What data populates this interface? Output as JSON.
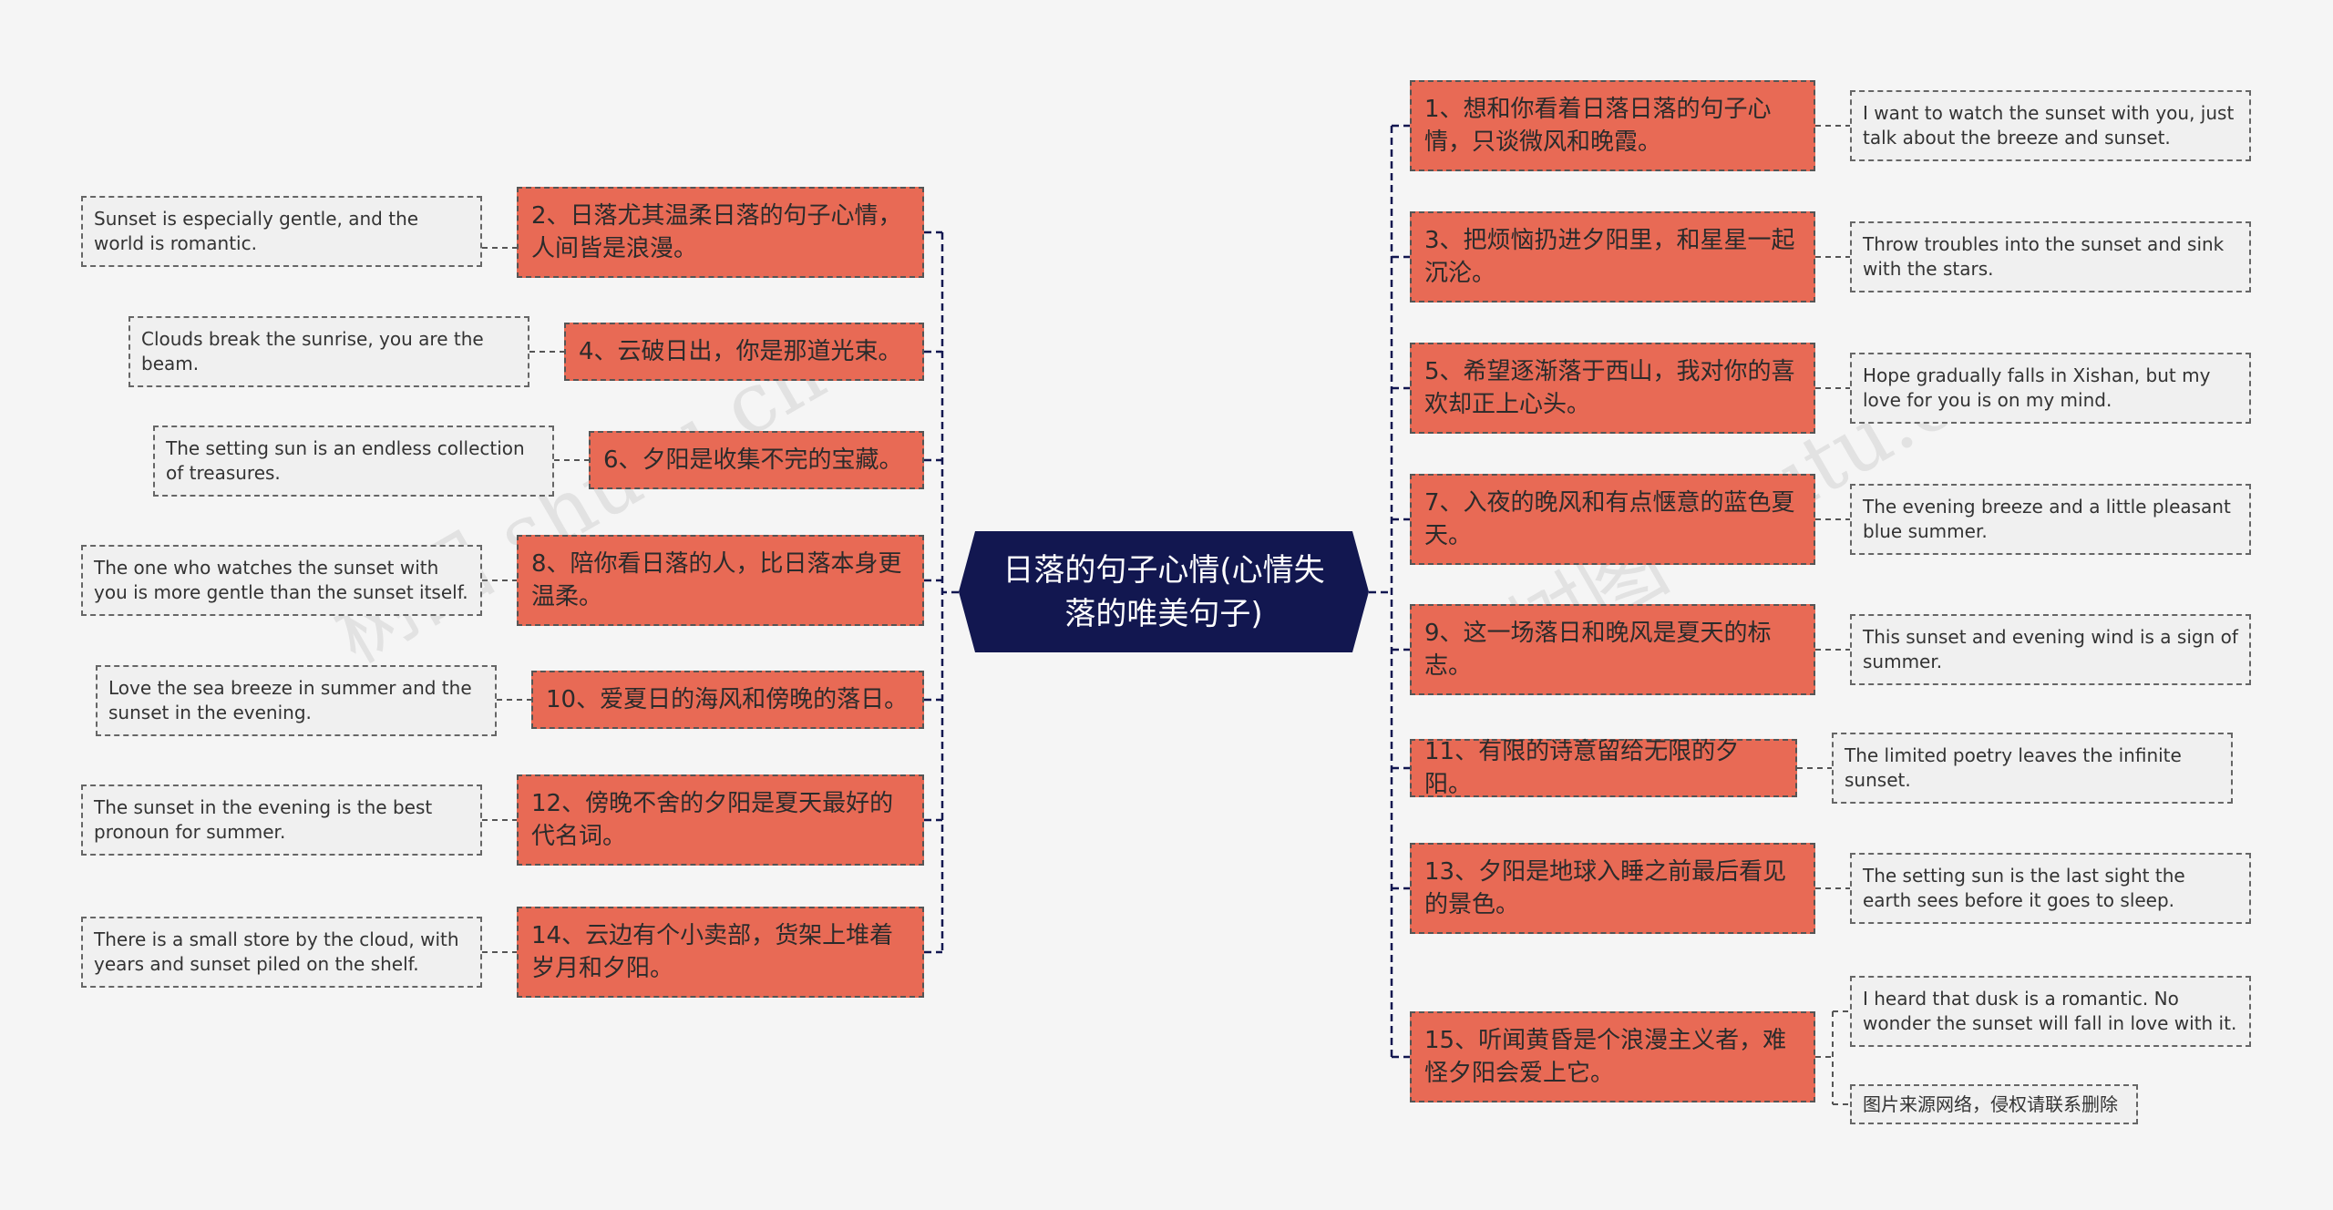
{
  "root": {
    "title": "日落的句子心情(心情失落的唯美句子)"
  },
  "left": [
    {
      "cn": "2、日落尤其温柔日落的句子心情，人间皆是浪漫。",
      "en": "Sunset is especially gentle, and the world is romantic."
    },
    {
      "cn": "4、云破日出，你是那道光束。",
      "en": "Clouds break the sunrise, you are the beam."
    },
    {
      "cn": "6、夕阳是收集不完的宝藏。",
      "en": "The setting sun is an endless collection of treasures."
    },
    {
      "cn": "8、陪你看日落的人，比日落本身更温柔。",
      "en": "The one who watches the sunset with you is more gentle than the sunset itself."
    },
    {
      "cn": "10、爱夏日的海风和傍晚的落日。",
      "en": "Love the sea breeze in summer and the sunset in the evening."
    },
    {
      "cn": "12、傍晚不舍的夕阳是夏天最好的代名词。",
      "en": "The sunset in the evening is the best pronoun for summer."
    },
    {
      "cn": "14、云边有个小卖部，货架上堆着岁月和夕阳。",
      "en": "There is a small store by the cloud, with years and sunset piled on the shelf."
    }
  ],
  "right": [
    {
      "cn": "1、想和你看着日落日落的句子心情，只谈微风和晚霞。",
      "en": "I want to watch the sunset with you, just talk about the breeze and sunset."
    },
    {
      "cn": "3、把烦恼扔进夕阳里，和星星一起沉沦。",
      "en": "Throw troubles into the sunset and sink with the stars."
    },
    {
      "cn": "5、希望逐渐落于西山，我对你的喜欢却正上心头。",
      "en": "Hope gradually falls in Xishan, but my love for you is on my mind."
    },
    {
      "cn": "7、入夜的晚风和有点惬意的蓝色夏天。",
      "en": "The evening breeze and a little pleasant blue summer."
    },
    {
      "cn": "9、这一场落日和晚风是夏天的标志。",
      "en": "This sunset and evening wind is a sign of summer."
    },
    {
      "cn": "11、有限的诗意留给无限的夕阳。",
      "en": "The limited poetry leaves the infinite sunset."
    },
    {
      "cn": "13、夕阳是地球入睡之前最后看见的景色。",
      "en": "The setting sun is the last sight the earth sees before it goes to sleep."
    },
    {
      "cn": "15、听闻黄昏是个浪漫主义者，难怪夕阳会爱上它。",
      "en": "I heard that dusk is a romantic. No wonder the sunset will fall in love with it.",
      "en2": "图片来源网络，侵权请联系删除"
    }
  ],
  "watermarks": [
    "树图 shutu.cn",
    "树图 shutu.cn"
  ],
  "colors": {
    "root": "#121750",
    "node": "#e86a55",
    "leaf": "#f0f0f0",
    "line": "#121750"
  }
}
